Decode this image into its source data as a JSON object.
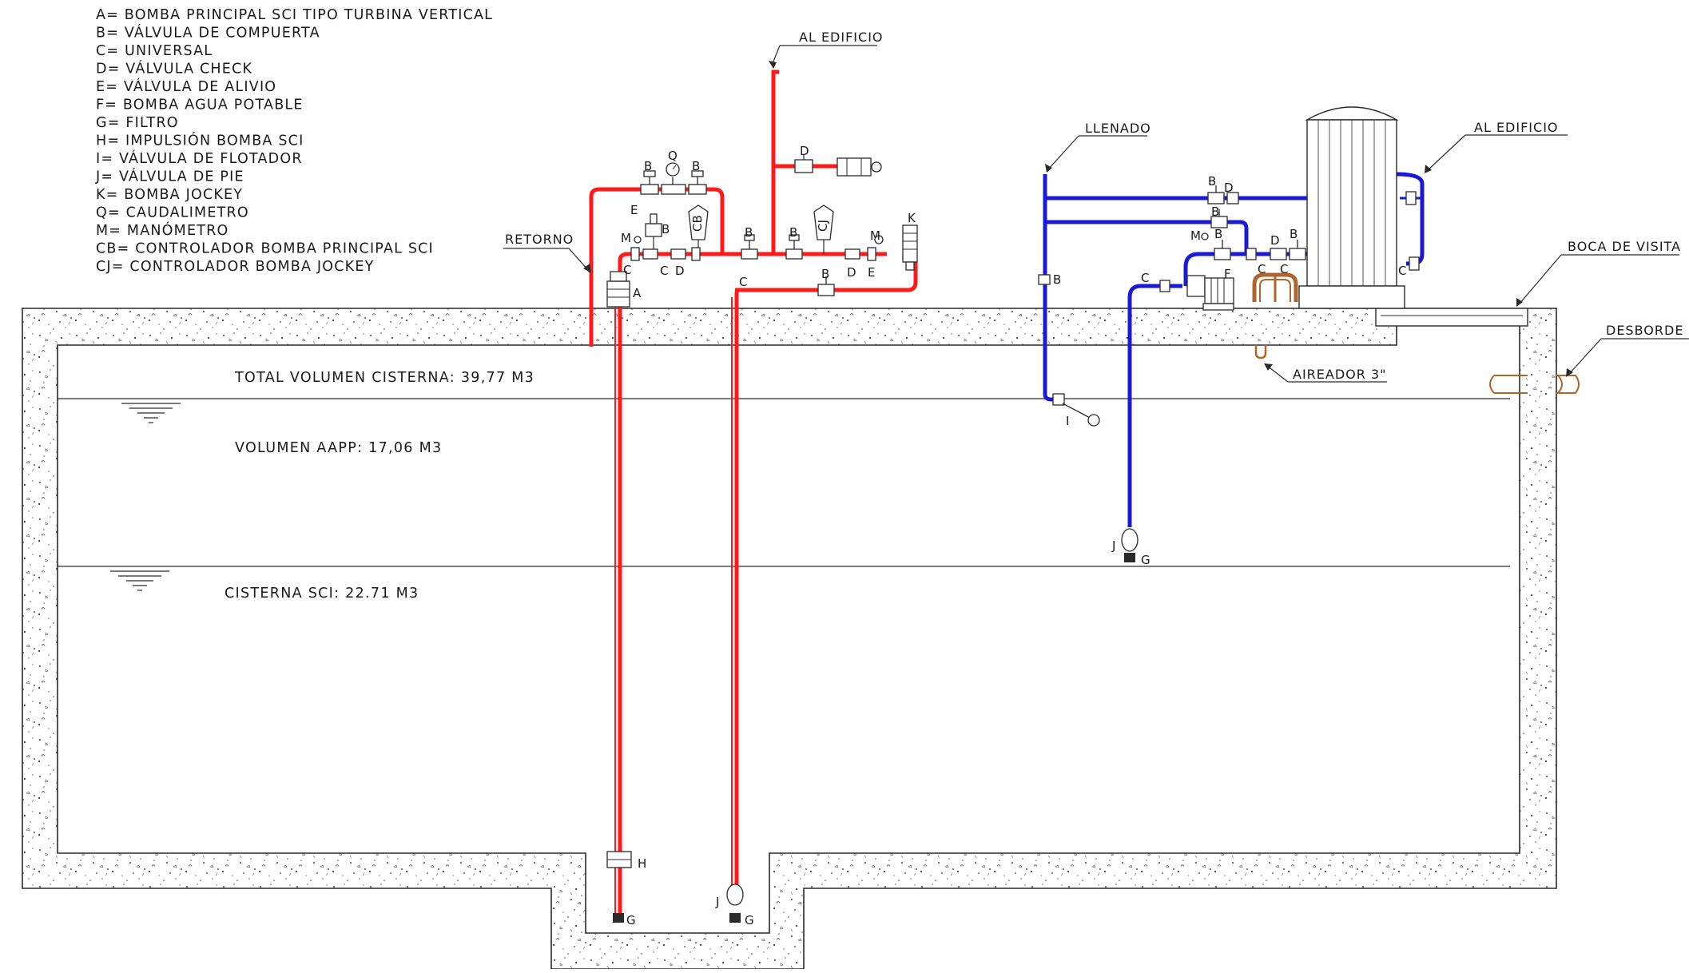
{
  "legend": [
    "A= BOMBA PRINCIPAL SCI TIPO TURBINA VERTICAL",
    "B= VÁLVULA DE COMPUERTA",
    "C= UNIVERSAL",
    "D= VÁLVULA CHECK",
    "E= VÁLVULA DE ALIVIO",
    "F= BOMBA AGUA POTABLE",
    "G= FILTRO",
    "H= IMPULSIÓN BOMBA SCI",
    "I= VÁLVULA DE FLOTADOR",
    "J= VÁLVULA DE PIE",
    "K= BOMBA JOCKEY",
    "Q= CAUDALIMETRO",
    "M= MANÓMETRO",
    "CB= CONTROLADOR BOMBA PRINCIPAL SCI",
    "CJ= CONTROLADOR BOMBA JOCKEY"
  ],
  "callouts": {
    "al_edificio_left": "AL EDIFICIO",
    "al_edificio_right": "AL EDIFICIO",
    "retorno": "RETORNO",
    "llenado": "LLENADO",
    "boca_de_visita": "BOCA DE VISITA",
    "desborde": "DESBORDE 4",
    "aireador": "AIREADOR 3\""
  },
  "volumes": {
    "total": "TOTAL VOLUMEN CISTERNA: 39,77 M3",
    "aapp": "VOLUMEN AAPP: 17,06 M3",
    "sci": "CISTERNA SCI: 22.71 M3"
  },
  "tags": {
    "A": "A",
    "B": "B",
    "C": "C",
    "D": "D",
    "E": "E",
    "F": "F",
    "G": "G",
    "H": "H",
    "I": "I",
    "J": "J",
    "K": "K",
    "Q": "Q",
    "M": "M",
    "CB": "CB",
    "CJ": "CJ"
  },
  "colors": {
    "fire_pipe": "#ff1a1a",
    "potable_pipe": "#1a1ad6",
    "aerator": "#b0642a",
    "concrete": "#2a2a2a"
  }
}
